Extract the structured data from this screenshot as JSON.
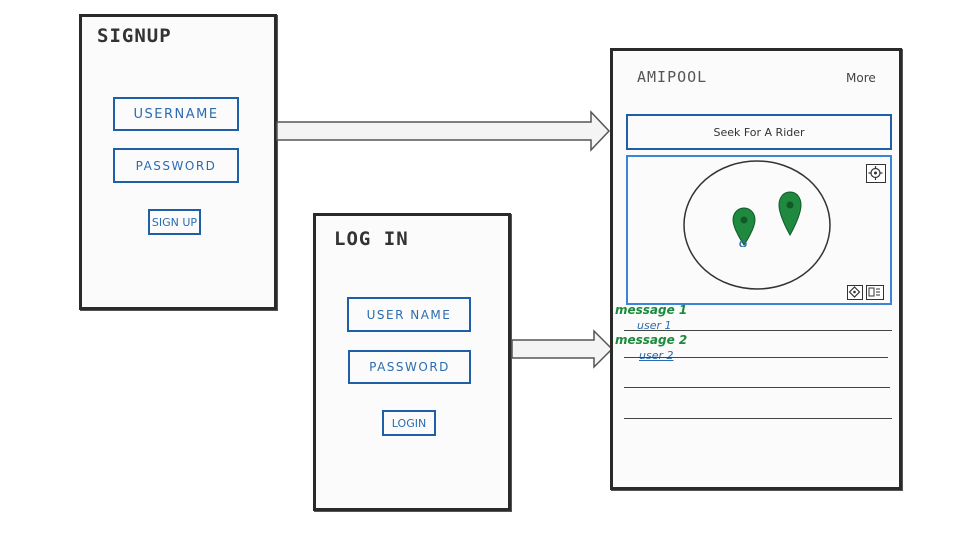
{
  "signup": {
    "title": "SIGNUP",
    "username_label": "USERNAME",
    "password_label": "PASSWORD",
    "button_label": "SIGN UP"
  },
  "login": {
    "title": "LOG IN",
    "username_label": "USER NAME",
    "password_label": "PASSWORD",
    "button_label": "LOGIN"
  },
  "app": {
    "title": "AMIPOOL",
    "more_label": "More",
    "search_label": "Seek For A Rider",
    "messages": [
      {
        "text": "message 1",
        "user": "user 1"
      },
      {
        "text": "message 2",
        "user": "user 2"
      }
    ]
  },
  "colors": {
    "ink_blue": "#1f5fa8",
    "ink_green": "#1b8a3a",
    "pin_green": "#1f8a3f"
  },
  "icons": [
    "arrow-right-icon",
    "locate-icon",
    "map-pin-icon",
    "compass-icon",
    "layers-icon"
  ]
}
